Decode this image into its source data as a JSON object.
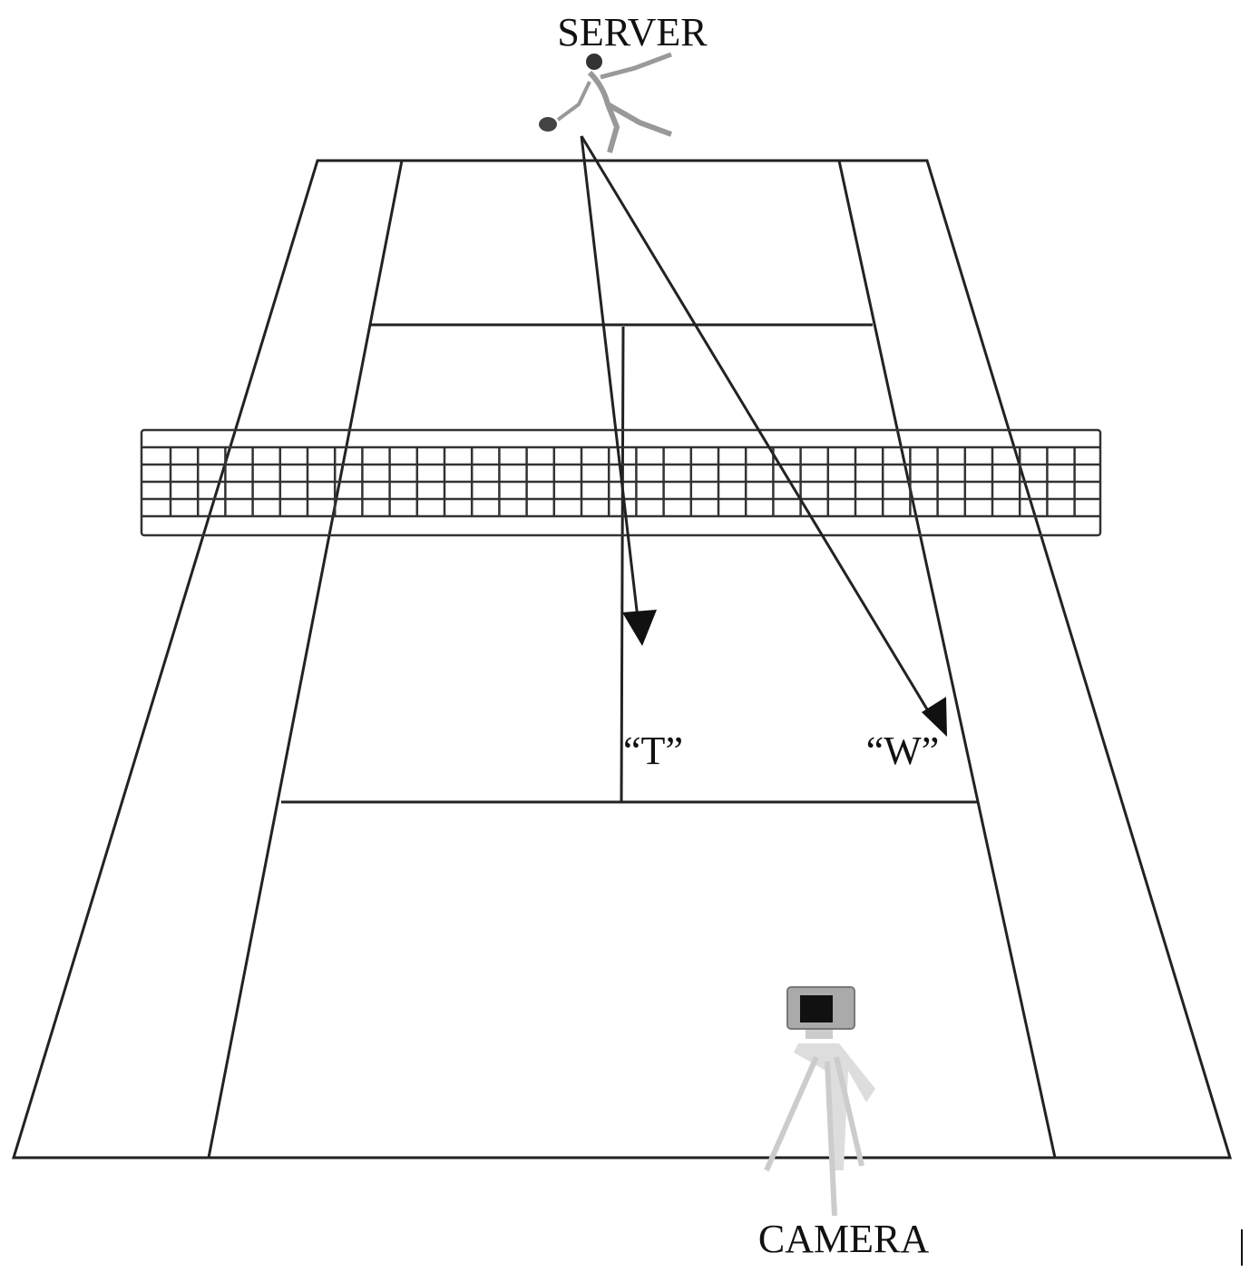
{
  "labels": {
    "server": "SERVER",
    "camera": "CAMERA",
    "t_target": "“T”",
    "w_target": "“W”"
  },
  "icons": {
    "server_figure": "tennis-player-serving",
    "camera": "camera-on-tripod"
  },
  "colors": {
    "lines": "#222222",
    "background": "#ffffff"
  }
}
